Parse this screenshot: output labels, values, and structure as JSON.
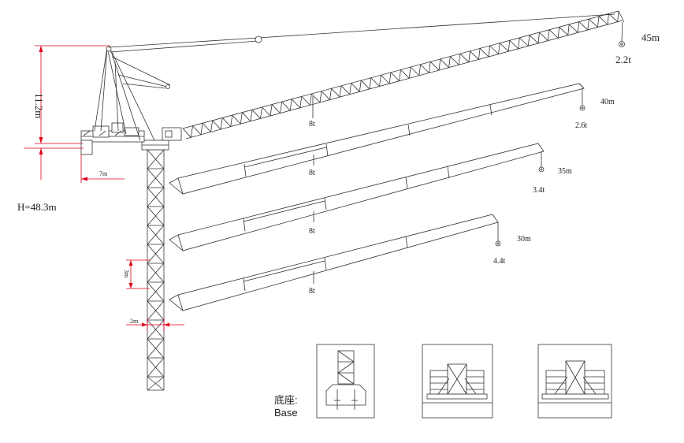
{
  "dimensions": {
    "height_label": "H=48.3m",
    "top_height_label": "11.2m",
    "counter_jib_label": "7m",
    "section_height_label": "3m",
    "section_width_label": "2m"
  },
  "jibs": [
    {
      "length": "45m",
      "tip_load": "2.2t",
      "max_load": "8t"
    },
    {
      "length": "40m",
      "tip_load": "2.6t",
      "max_load": "8t"
    },
    {
      "length": "35m",
      "tip_load": "3.4t",
      "max_load": "8t"
    },
    {
      "length": "30m",
      "tip_load": "4.4t",
      "max_load": "8t"
    }
  ],
  "base": {
    "label_cn": "底座:",
    "label_en": "Base",
    "variants": [
      "fixed-foundation",
      "cross-base-front",
      "cross-base-side"
    ]
  },
  "colors": {
    "line": "#333333",
    "dimension": "#e0001a",
    "background": "#ffffff"
  }
}
